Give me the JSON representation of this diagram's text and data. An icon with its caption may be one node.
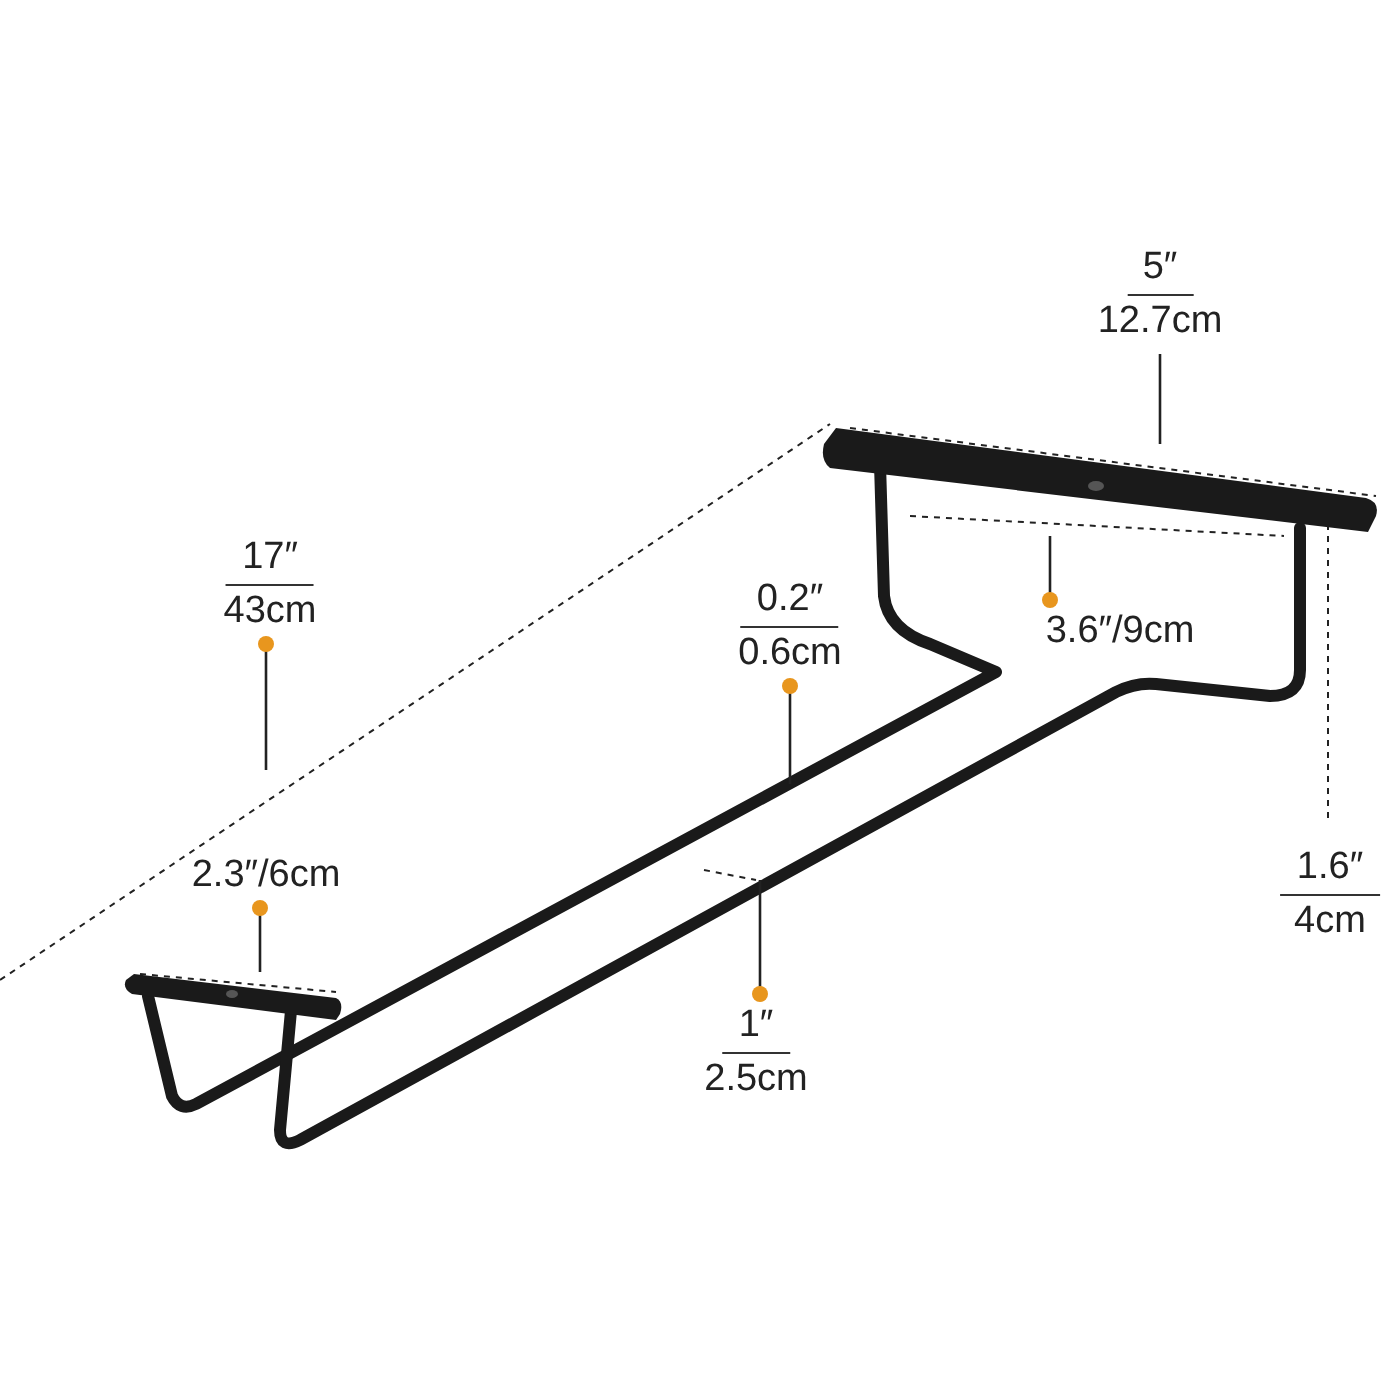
{
  "diagram": {
    "nodes": [
      {
        "text": [
          "5″",
          "12.7cm"
        ]
      },
      {
        "text": [
          "17″",
          "43cm"
        ]
      },
      {
        "text": [
          "0.2″",
          "0.6cm"
        ]
      },
      {
        "text": [
          "3.6″/9cm"
        ]
      },
      {
        "text": [
          "1.6″",
          "4cm"
        ]
      },
      {
        "text": [
          "2.3″/6cm"
        ]
      },
      {
        "text": [
          "1″",
          "2.5cm"
        ]
      }
    ],
    "edges": [
      {
        "from": 0,
        "to": null,
        "arrow": "none"
      },
      {
        "from": 1,
        "to": null,
        "arrow": "other"
      },
      {
        "from": 2,
        "to": null,
        "arrow": "other"
      },
      {
        "from": 3,
        "to": null,
        "arrow": "other"
      },
      {
        "from": 5,
        "to": null,
        "arrow": "other"
      },
      {
        "from": 6,
        "to": null,
        "arrow": "other"
      }
    ]
  }
}
